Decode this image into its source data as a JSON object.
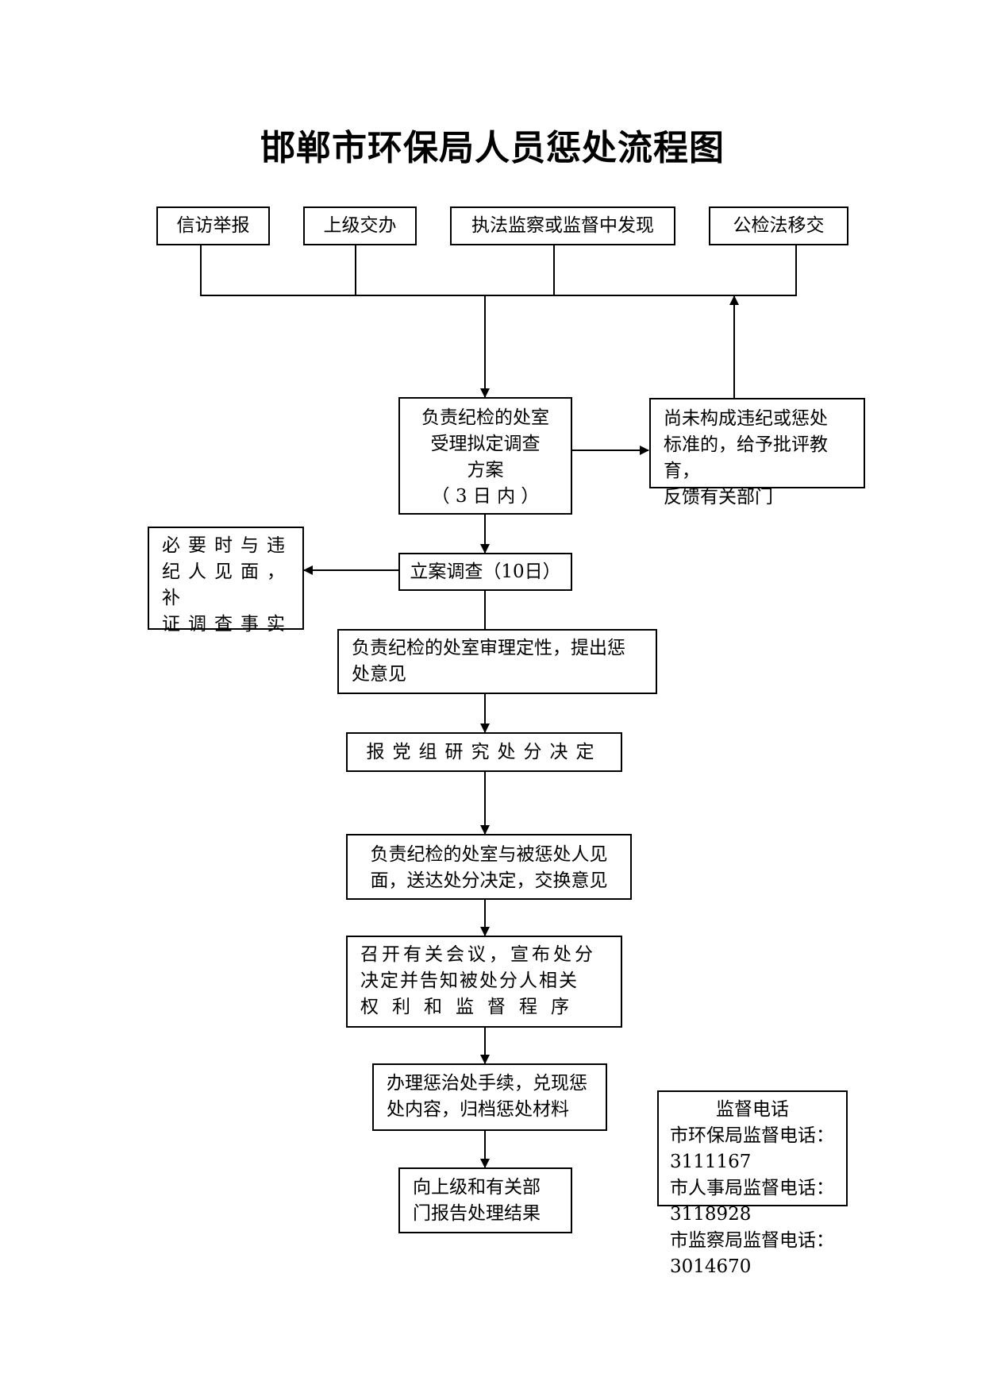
{
  "title": "邯郸市环保局人员惩处流程图",
  "sources": [
    "信访举报",
    "上级交办",
    "执法监察或监督中发现",
    "公检法移交"
  ],
  "steps": {
    "accept": [
      "负责纪检的处室",
      "受理拟定调查",
      "方案",
      "（ 3 日 内 ）"
    ],
    "no_violation": [
      "尚未构成违纪或惩处",
      "标准的，给予批评教育，",
      "反馈有关部门"
    ],
    "investigate": "立案调查（10日）",
    "meet_violator": [
      "必要时与违",
      "纪人见面，补",
      "证调查事实"
    ],
    "review": [
      "负责纪检的处室审理定性，提出惩",
      "处意见"
    ],
    "party_decision": "报党组研究处分决定",
    "deliver": [
      "负责纪检的处室与被惩处人见",
      "面，送达处分决定，交换意见"
    ],
    "announce": [
      "召开有关会议，宣布处分",
      "决定并告知被处分人相关",
      "权利和监督程序"
    ],
    "execute": [
      "办理惩治处手续，兑现惩",
      "处内容，归档惩处材料"
    ],
    "report": [
      "向上级和有关部",
      "门报告处理结果"
    ]
  },
  "supervision": {
    "heading": "监督电话",
    "lines": [
      "市环保局监督电话：3111167",
      "市人事局监督电话：3118928",
      "市监察局监督电话：3014670"
    ]
  }
}
